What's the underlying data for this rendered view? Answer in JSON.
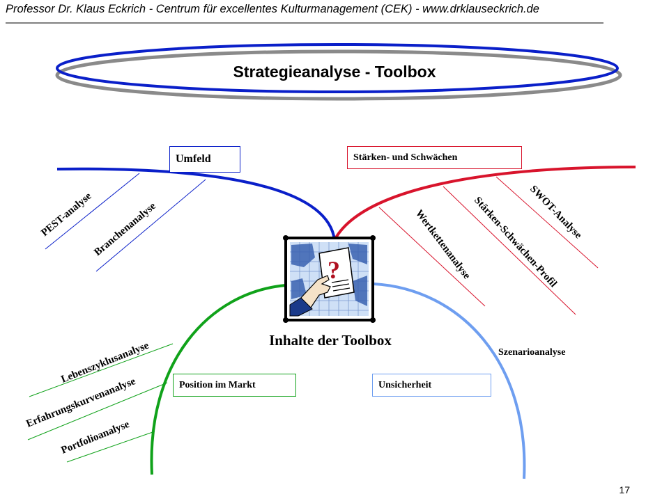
{
  "header": {
    "text": "Professor Dr. Klaus Eckrich - Centrum für excellentes Kulturmanagement (CEK) - www.drklauseckrich.de"
  },
  "title": "Strategieanalyse - Toolbox",
  "center_label": "Inhalte der Toolbox",
  "boxes": {
    "umfeld": "Umfeld",
    "staerken": "Stärken- und Schwächen",
    "position": "Position im Markt",
    "unsicherheit": "Unsicherheit"
  },
  "branches": {
    "umfeld": [
      "PEST-analyse",
      "Branchenanalyse"
    ],
    "staerken": [
      "Wertkettenanalyse",
      "Stärken-Schwächen-Profil",
      "SWOT-Analyse"
    ],
    "position": [
      "Lebenszyklusanalyse",
      "Erfahrungskurvenanalyse",
      "Portfolioanalyse"
    ],
    "unsicherheit": [
      "Szenarioanalyse"
    ]
  },
  "colors": {
    "umfeld": "#0a1fc9",
    "staerken": "#d8142c",
    "position": "#10a21a",
    "unsicherheit": "#6e9ef0",
    "oval_gray": "#8a8a8a",
    "icon_frame": "#000000",
    "icon_map": "#3a62b0"
  },
  "icon": "question-document-hand-icon",
  "page_number": "17"
}
